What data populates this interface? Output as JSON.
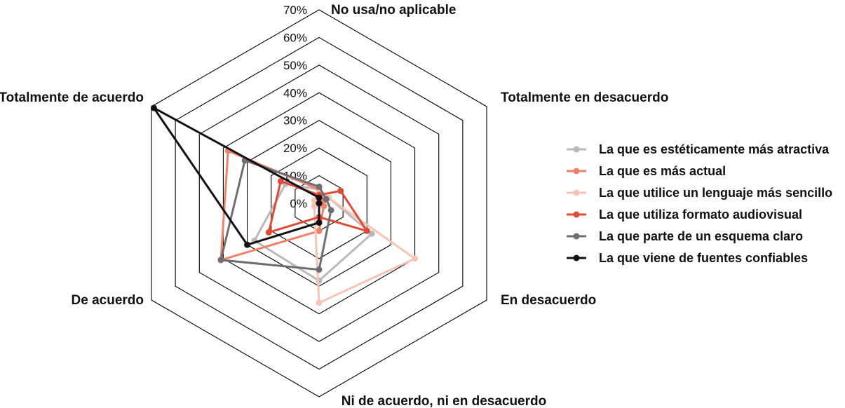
{
  "chart_data": {
    "type": "radar",
    "axes": [
      "No usa/no aplicable",
      "Totalmente en desacuerdo",
      "En desacuerdo",
      "Ni de acuerdo, ni en desacuerdo",
      "De acuerdo",
      "Totalmente de acuerdo"
    ],
    "ticks": [
      "0%",
      "10%",
      "20%",
      "30%",
      "40%",
      "50%",
      "60%",
      "70%"
    ],
    "rlim": [
      0,
      70
    ],
    "grid": true,
    "legend_position": "right",
    "series": [
      {
        "name": "La que es estéticamente más atractiva",
        "color": "#b9b9bd",
        "values": [
          5,
          4,
          22,
          28,
          27,
          14
        ]
      },
      {
        "name": "La que es más actual",
        "color": "#ed8169",
        "values": [
          5,
          2,
          2,
          10,
          41,
          38
        ]
      },
      {
        "name": "La que utilice un lenguaje más sencillo",
        "color": "#f6c4b5",
        "values": [
          4,
          4,
          40,
          36,
          2,
          2
        ]
      },
      {
        "name": "La que utiliza formato audiovisual",
        "color": "#e04b37",
        "values": [
          3,
          9,
          20,
          5,
          21,
          16
        ]
      },
      {
        "name": "La que parte de un esquema claro",
        "color": "#6e6e72",
        "values": [
          6,
          3,
          5,
          24,
          41,
          31
        ]
      },
      {
        "name": "La que viene de fuentes confiables",
        "color": "#111111",
        "values": [
          2,
          0,
          0,
          7,
          30,
          69
        ]
      }
    ]
  }
}
